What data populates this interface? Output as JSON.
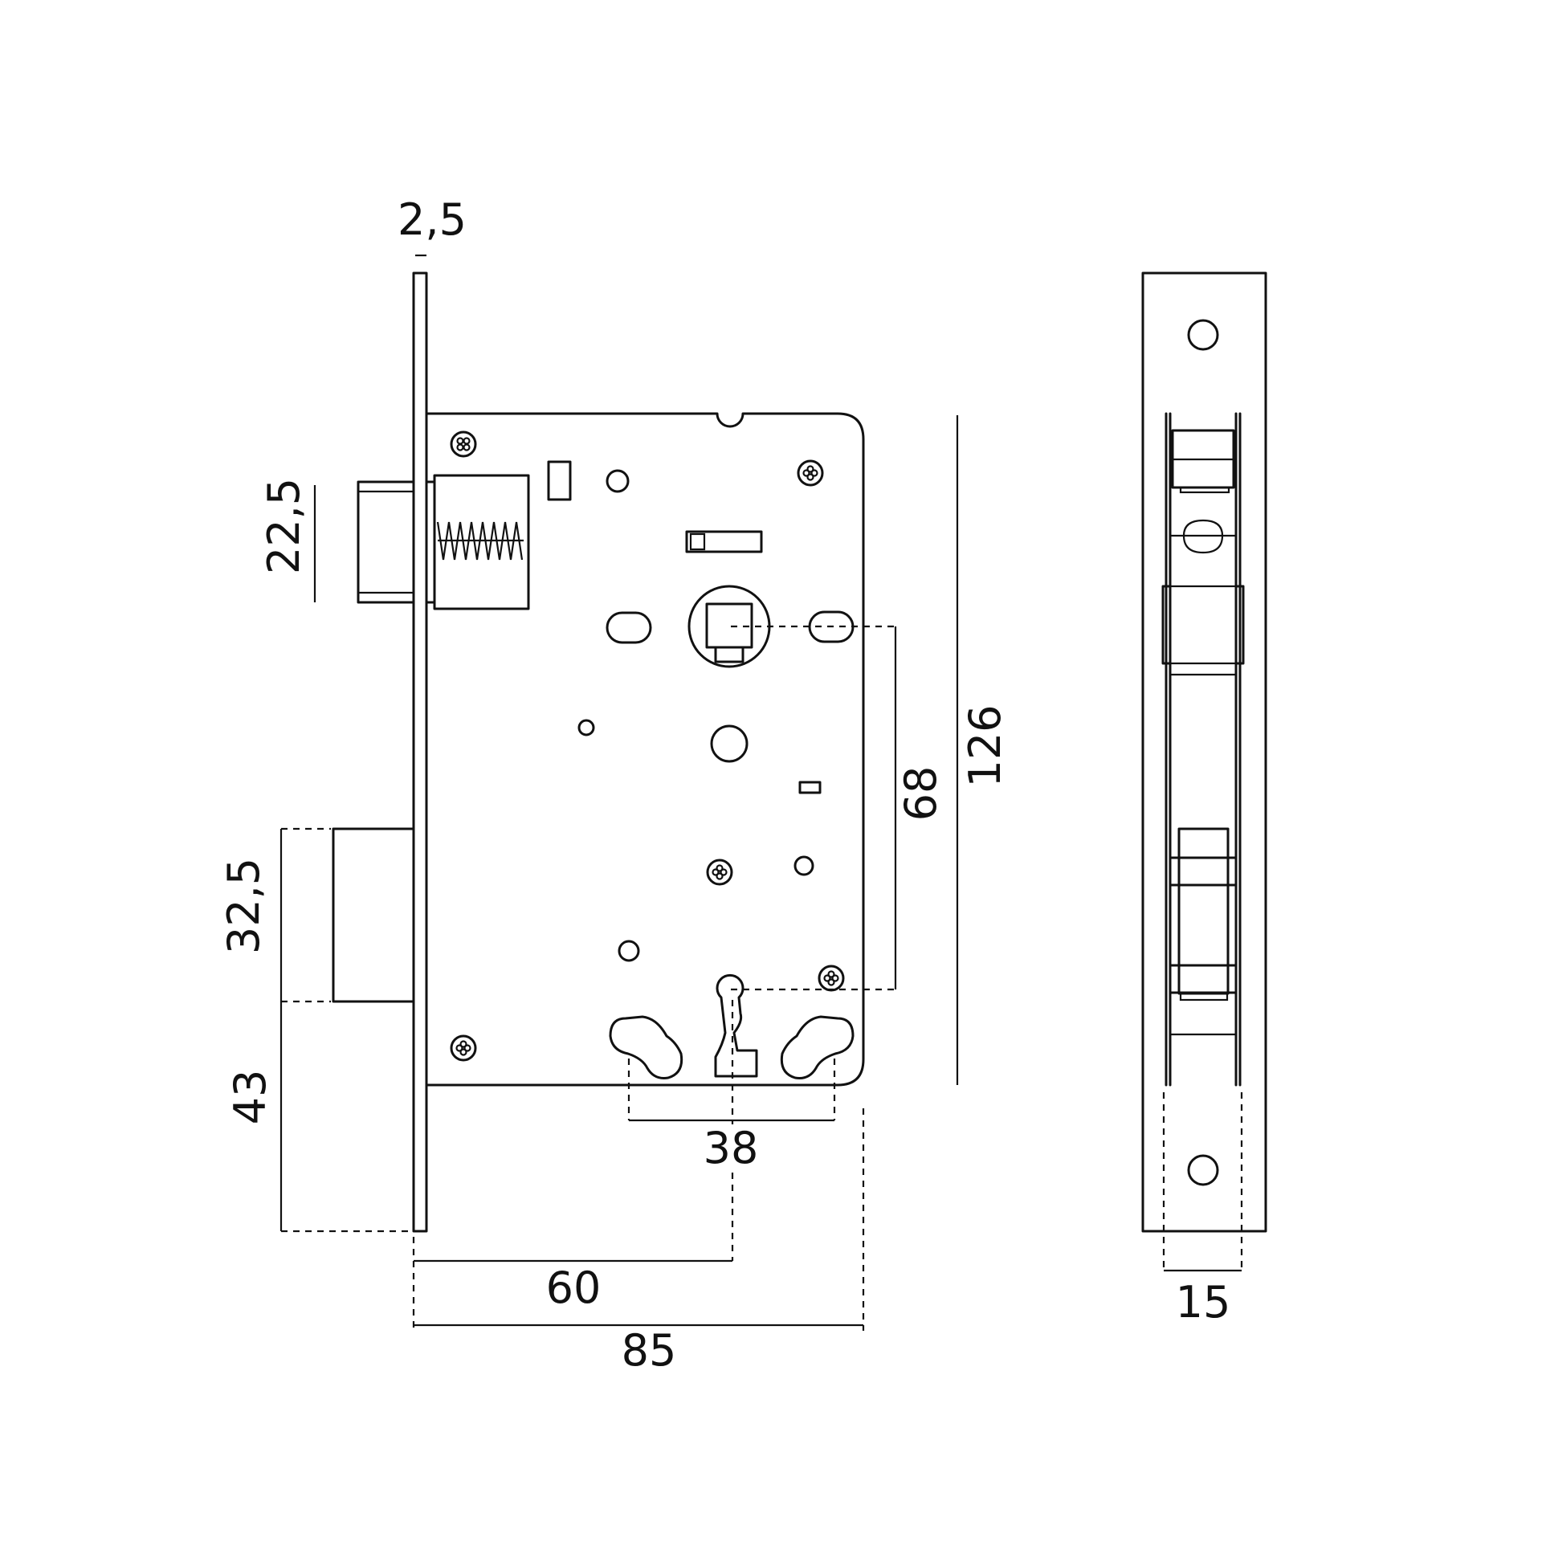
{
  "colors": {
    "line": "#111111",
    "background": "#ffffff"
  },
  "dimensions": {
    "faceplate_thickness": "2,5",
    "latch_height": "22,5",
    "deadbolt_height": "32,5",
    "bolt_to_bottom": "43",
    "center_distance_vertical": "68",
    "case_height": "126",
    "keyhole_spacing": "38",
    "backset": "60",
    "case_depth": "85",
    "case_width": "15"
  }
}
